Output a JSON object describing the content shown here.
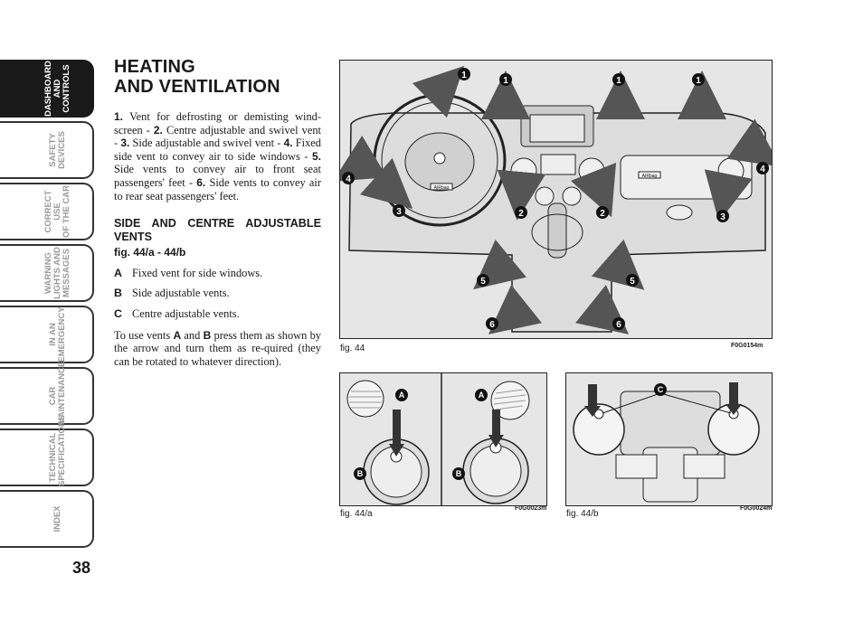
{
  "tabs": [
    {
      "label": "DASHBOARD\nAND CONTROLS",
      "active": true
    },
    {
      "label": "SAFETY\nDEVICES",
      "active": false
    },
    {
      "label": "CORRECT USE\nOF THE CAR",
      "active": false
    },
    {
      "label": "WARNING\nLIGHTS AND\nMESSAGES",
      "active": false
    },
    {
      "label": "IN AN\nEMERGENCY",
      "active": false
    },
    {
      "label": "CAR\nMAINTENANCE",
      "active": false
    },
    {
      "label": "TECHNICAL\nSPECIFICATIONS",
      "active": false
    },
    {
      "label": "INDEX",
      "active": false
    }
  ],
  "page_number": "38",
  "title_line1": "HEATING",
  "title_line2": "AND VENTILATION",
  "vents": [
    {
      "n": "1.",
      "text": " Vent for defrosting or demisting wind-screen - "
    },
    {
      "n": "2.",
      "text": " Centre adjustable and swivel vent - "
    },
    {
      "n": "3.",
      "text": " Side adjustable and swivel vent - "
    },
    {
      "n": "4.",
      "text": " Fixed side vent to convey air to side windows - "
    },
    {
      "n": "5.",
      "text": " Side vents to convey air to front seat passengers' feet - "
    },
    {
      "n": "6.",
      "text": " Side vents to convey air to rear seat passengers' feet."
    }
  ],
  "subheading": "SIDE AND CENTRE ADJUSTABLE VENTS",
  "subheading_ref": "fig. 44/a - 44/b",
  "items": [
    {
      "key": "A",
      "text": "Fixed vent for side windows."
    },
    {
      "key": "B",
      "text": "Side adjustable vents."
    },
    {
      "key": "C",
      "text": "Centre adjustable vents."
    }
  ],
  "para_pre": "To use vents ",
  "para_a": "A",
  "para_mid": " and ",
  "para_b": "B",
  "para_post": " press them as shown by the arrow and turn them as re-quired (they can be rotated to whatever direction).",
  "fig44": {
    "caption": "fig. 44",
    "code": "F0G0154m",
    "callouts": [
      "1",
      "1",
      "1",
      "1",
      "2",
      "2",
      "3",
      "3",
      "4",
      "4",
      "5",
      "5",
      "6",
      "6"
    ],
    "airbag": "AIRbag"
  },
  "fig44a": {
    "caption": "fig. 44/a",
    "code": "F0G0023m",
    "labels": [
      "A",
      "A",
      "B",
      "B"
    ]
  },
  "fig44b": {
    "caption": "fig. 44/b",
    "code": "F0G0024m",
    "label": "C"
  }
}
